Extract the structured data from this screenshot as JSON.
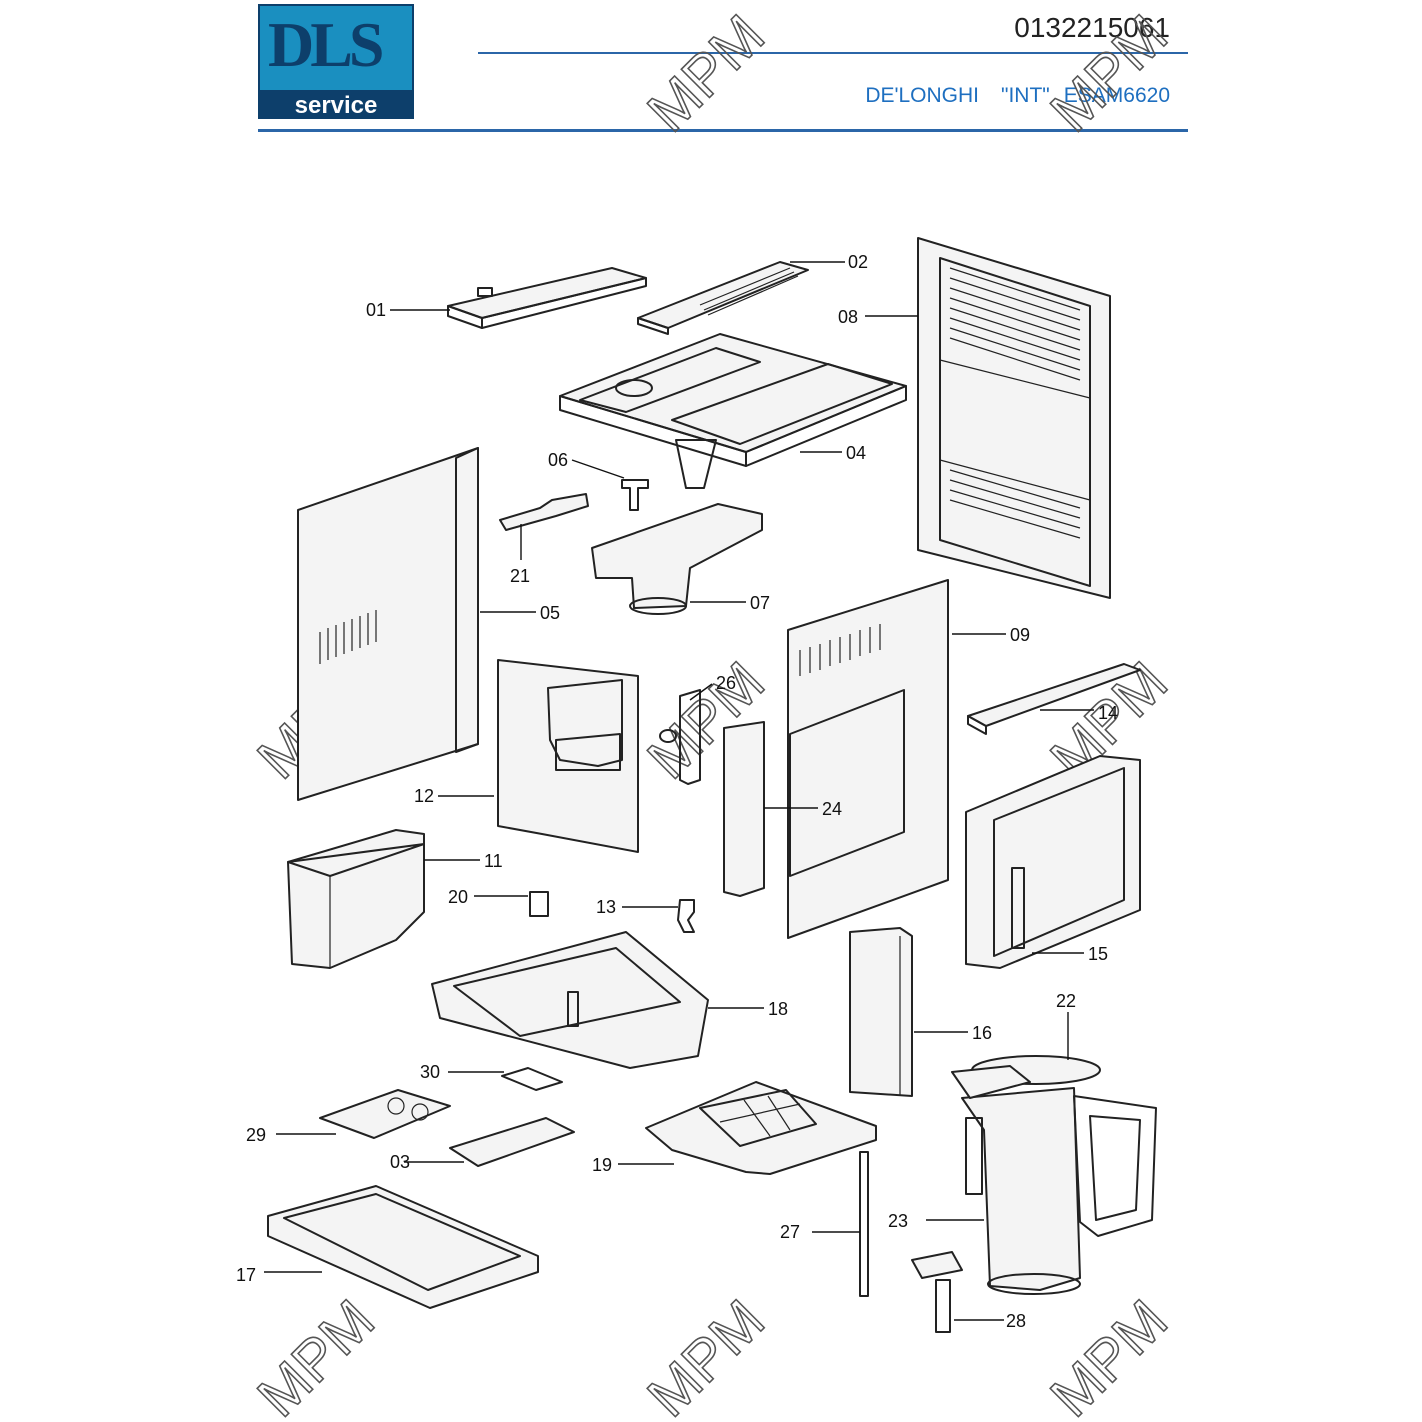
{
  "header": {
    "logo_text": "DLS",
    "logo_sub": "service",
    "part_code": "0132215061",
    "brand": "DE'LONGHI",
    "market": "\"INT\"",
    "model": "ESAM6620"
  },
  "watermark": "MPM",
  "callouts": [
    "01",
    "02",
    "03",
    "04",
    "05",
    "06",
    "07",
    "08",
    "09",
    "11",
    "12",
    "13",
    "14",
    "15",
    "16",
    "17",
    "18",
    "19",
    "20",
    "21",
    "22",
    "23",
    "24",
    "26",
    "27",
    "28",
    "29",
    "30"
  ]
}
